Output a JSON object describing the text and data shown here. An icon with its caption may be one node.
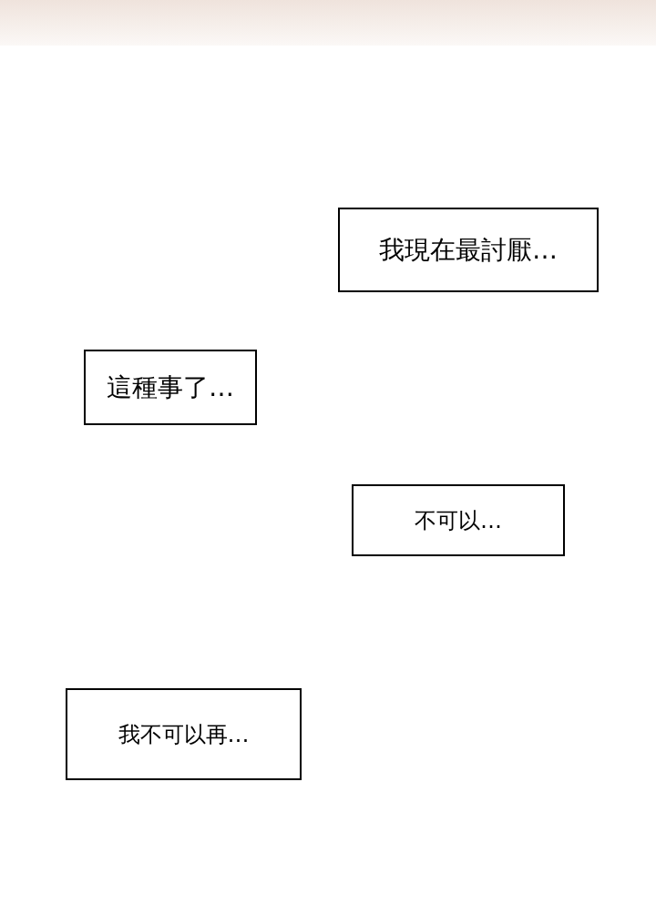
{
  "diagram": {
    "nodes": [
      {
        "text": [
          "我現在最討厭…"
        ]
      },
      {
        "text": [
          "這種事了…"
        ]
      },
      {
        "text": [
          "不可以…"
        ]
      },
      {
        "text": [
          "我不可以再…"
        ]
      }
    ]
  }
}
